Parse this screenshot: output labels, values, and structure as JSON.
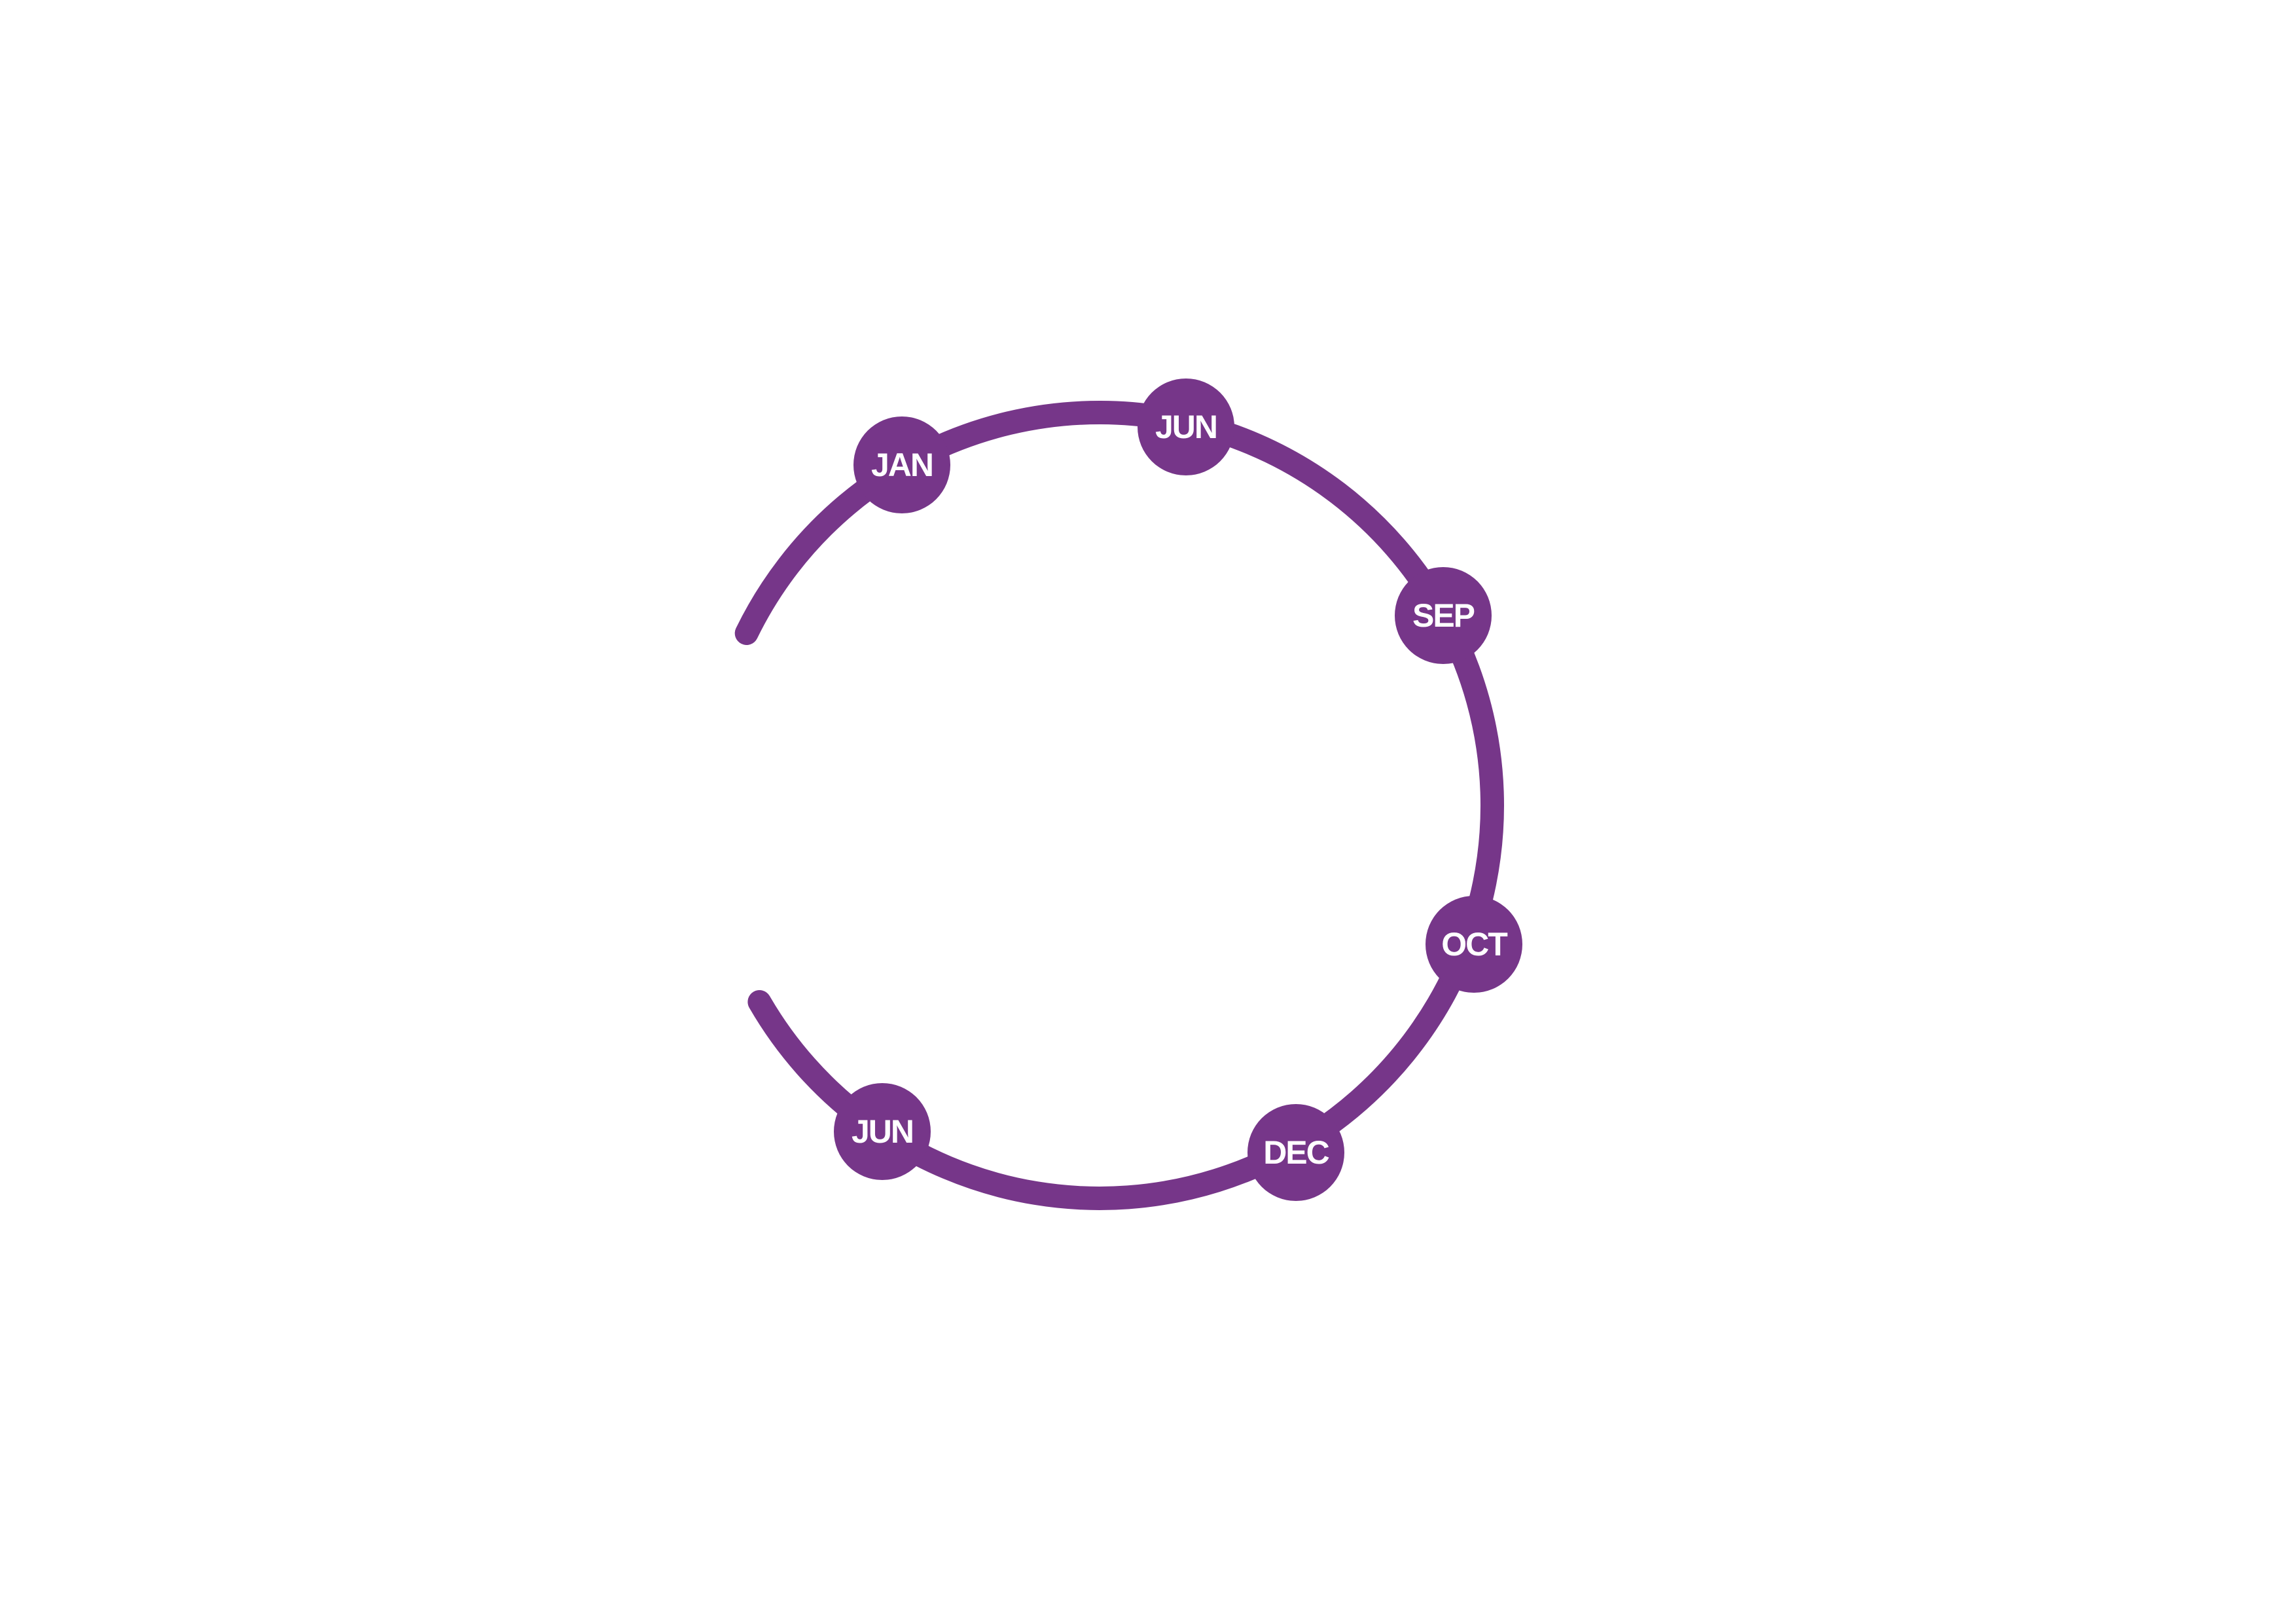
{
  "timeline": {
    "accent_color": "#763689",
    "background_color": "#ffffff",
    "milestones": [
      {
        "label": "JAN"
      },
      {
        "label": "JUN"
      },
      {
        "label": "SEP"
      },
      {
        "label": "OCT"
      },
      {
        "label": "DEC"
      },
      {
        "label": "JUN"
      }
    ]
  }
}
